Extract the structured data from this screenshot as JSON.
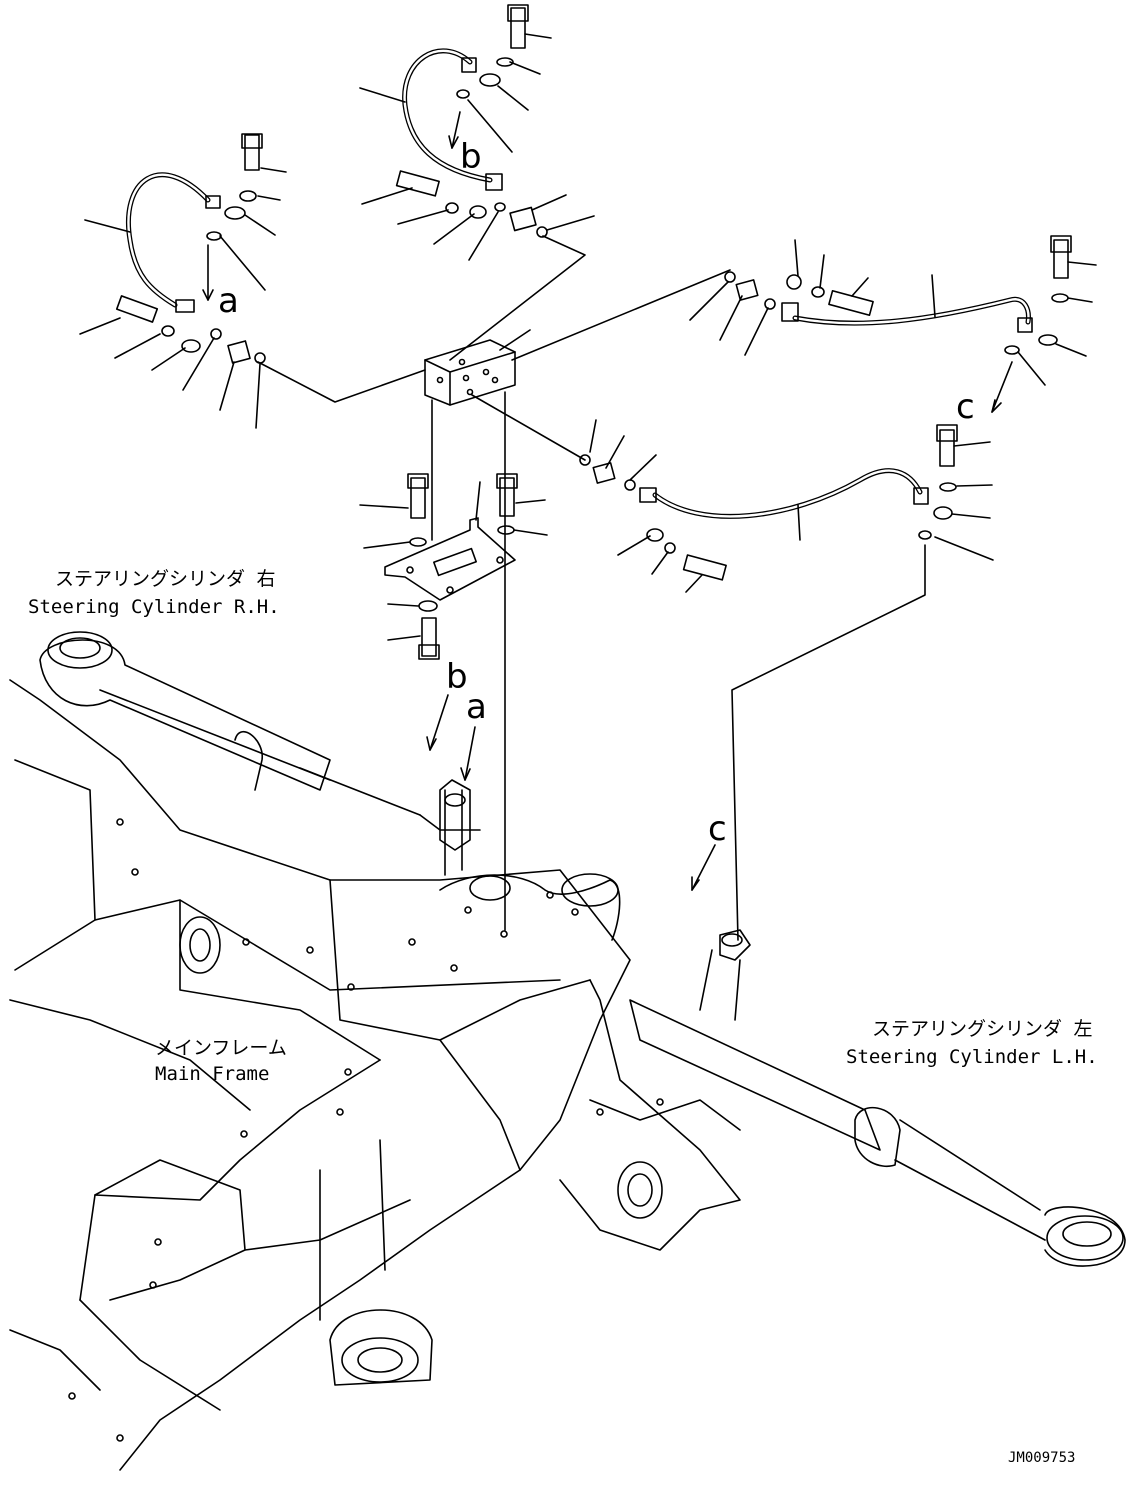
{
  "labels": {
    "cyl_rh_jp": "ステアリングシリンダ 右",
    "cyl_rh_en": "Steering Cylinder R.H.",
    "cyl_lh_jp": "ステアリングシリンダ 左",
    "cyl_lh_en": "Steering Cylinder L.H.",
    "frame_jp": "メインフレーム",
    "frame_en": "Main Frame"
  },
  "callouts": {
    "a_top": "a",
    "b_top": "b",
    "c_top": "c",
    "b_lower": "b",
    "a_lower": "a",
    "c_lower": "c"
  },
  "drawing_number": "JM009753"
}
